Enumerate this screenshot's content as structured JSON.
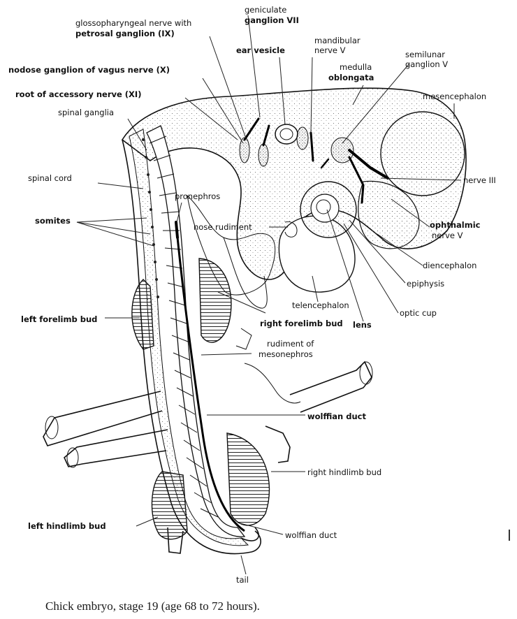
{
  "figure": {
    "caption": "Chick embryo, stage 19 (age 68 to 72 hours).",
    "labels": {
      "geniculate": "geniculate",
      "ganglion_vii": "ganglion VII",
      "glosso_1": "glossopharyngeal nerve with",
      "glosso_2": "petrosal ganglion (IX)",
      "mandibular_1": "mandibular",
      "mandibular_2": "nerve V",
      "semilunar_1": "semilunar",
      "semilunar_2": "ganglion V",
      "ear_vesicle": "ear vesicle",
      "medulla_1": "medulla",
      "medulla_2": "oblongata",
      "nodose": "nodose ganglion of vagus nerve (X)",
      "mesencephalon": "mesencephalon",
      "accessory": "root of accessory nerve (XI)",
      "spinal_ganglia": "spinal ganglia",
      "spinal_cord": "spinal cord",
      "nerve_iii": "nerve III",
      "pronephros": "pronephros",
      "somites": "somites",
      "nose_rudiment": "nose rudiment",
      "ophthalmic_1": "ophthalmic",
      "ophthalmic_2": "nerve V",
      "diencephalon": "diencephalon",
      "epiphysis": "epiphysis",
      "telencephalon": "telencephalon",
      "optic_cup": "optic cup",
      "lens": "lens",
      "left_forelimb": "left forelimb bud",
      "right_forelimb": "right forelimb bud",
      "mesonephros_1": "rudiment of",
      "mesonephros_2": "mesonephros",
      "wolffian_upper": "wolffian duct",
      "right_hindlimb": "right hindlimb bud",
      "left_hindlimb": "left hindlimb bud",
      "wolffian_lower": "wolffian duct",
      "tail": "tail"
    }
  }
}
